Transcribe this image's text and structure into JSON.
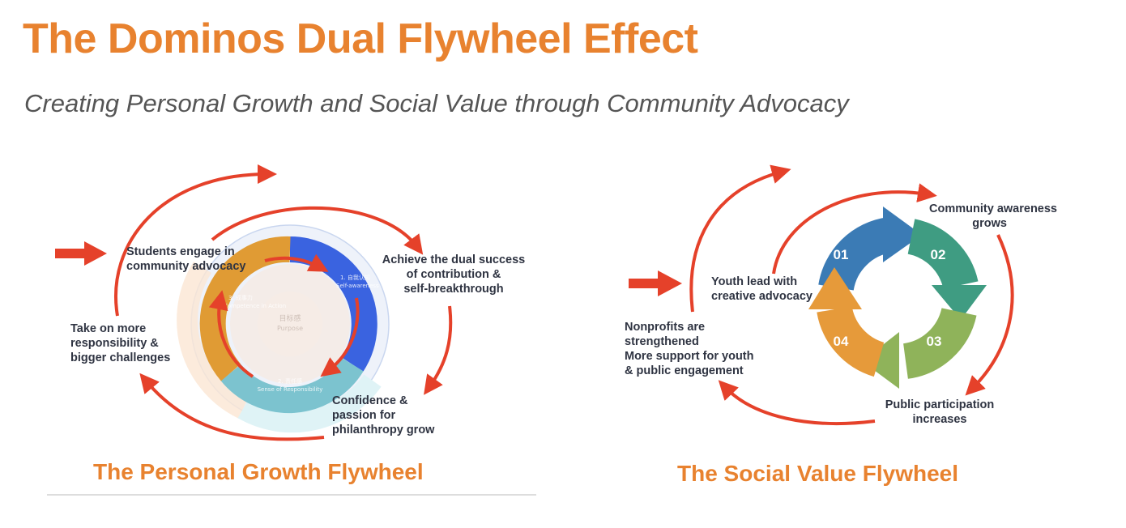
{
  "title": "The Dominos Dual Flywheel Effect",
  "subtitle": "Creating Personal Growth and Social Value through Community Advocacy",
  "colors": {
    "accent": "#E8822F",
    "arrow": "#E5412A",
    "q1": "#3B7BB5",
    "q2": "#3F9C82",
    "q3": "#8FB35A",
    "q4": "#E69A3A"
  },
  "personal": {
    "caption": "The Personal Growth Flywheel",
    "labels": {
      "engage": [
        "Students engage in",
        "community advocacy"
      ],
      "achieve": [
        "Achieve the dual success",
        "of contribution &",
        "self-breakthrough"
      ],
      "confidence": [
        "Confidence &",
        "passion for",
        "philanthropy grow"
      ],
      "responsibility": [
        "Take on more",
        "responsibility &",
        "bigger challenges"
      ]
    },
    "wheel": {
      "center": [
        "目标感",
        "Purpose"
      ],
      "seg1": [
        "1. 自我认知",
        "Self-awareness"
      ],
      "seg2": [
        "2. 责任感",
        "Sense of Responsibility"
      ],
      "seg3": [
        "3. 成事力",
        "Competence in Action"
      ]
    }
  },
  "social": {
    "caption": "The Social Value Flywheel",
    "numbers": [
      "01",
      "02",
      "03",
      "04"
    ],
    "labels": {
      "awareness": [
        "Community awareness",
        "grows"
      ],
      "youth": [
        "Youth lead with",
        "creative advocacy"
      ],
      "nonprofits": [
        "Nonprofits are",
        "strengthened",
        "More support for youth",
        "& public engagement"
      ],
      "participation": [
        "Public participation",
        "increases"
      ]
    }
  }
}
